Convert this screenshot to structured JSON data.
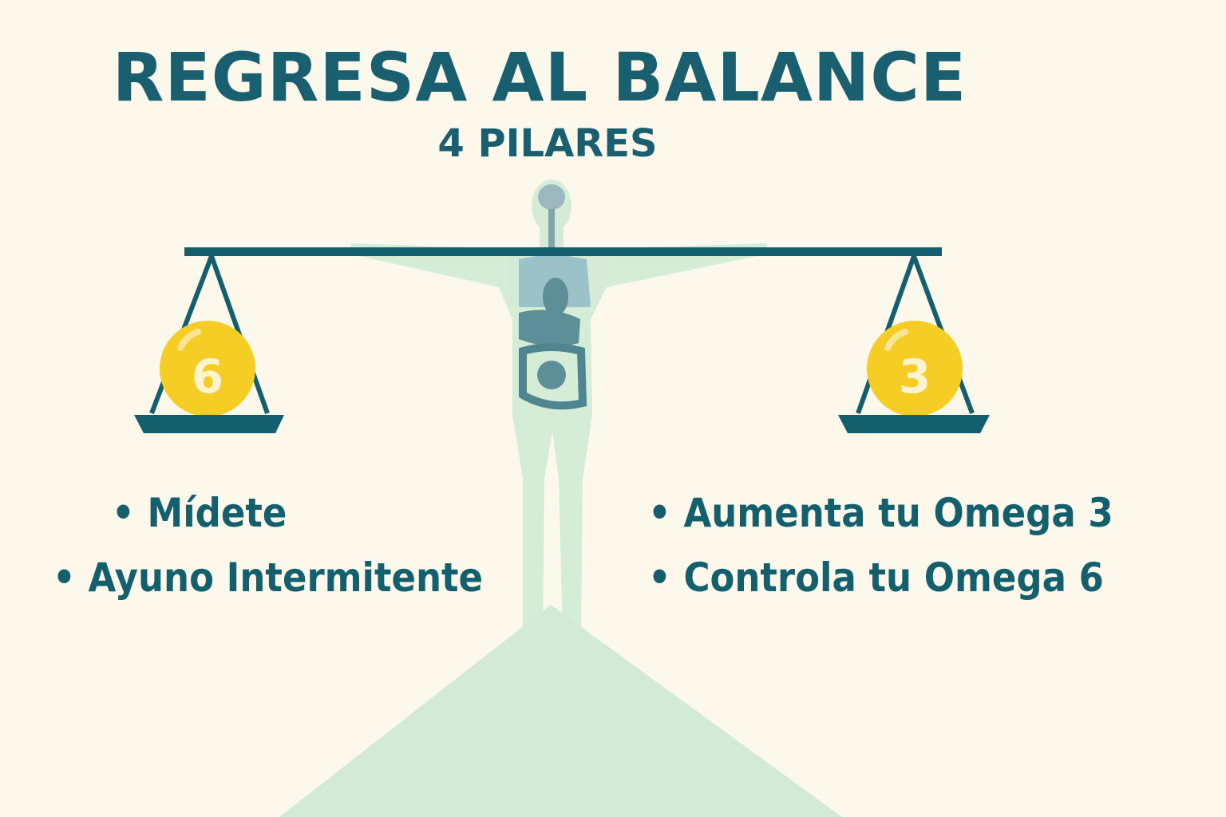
{
  "title": "REGRESA AL BALANCE",
  "subtitle": "4 PILARES",
  "scale": {
    "left_weight": "6",
    "right_weight": "3"
  },
  "pillars_left": [
    "Mídete",
    "Ayuno Intermitente"
  ],
  "pillars_right": [
    "Aumenta tu Omega 3",
    "Controla tu Omega 6"
  ],
  "colors": {
    "background": "#fcf9ec",
    "teal": "#135f6e",
    "ball": "#f5cd24",
    "body": "#d3ebd6",
    "organs": "#6b9ea8"
  }
}
